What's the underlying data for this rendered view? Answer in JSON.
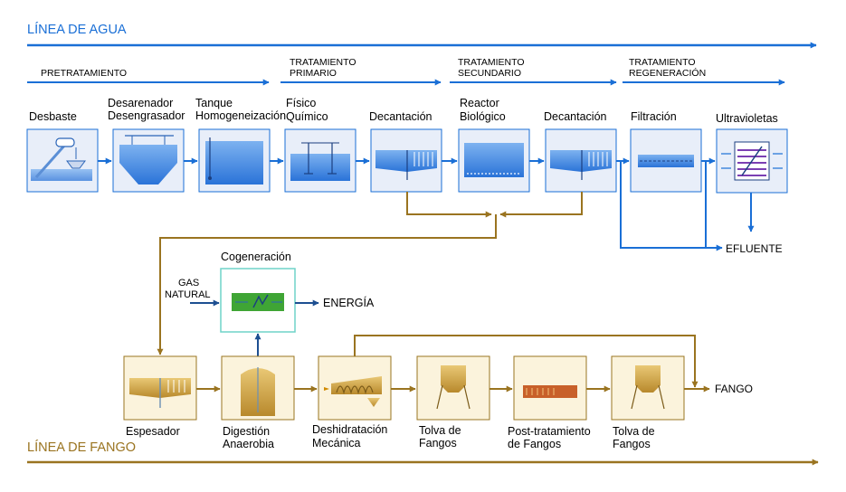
{
  "water_line": {
    "title": "LÍNEA DE AGUA",
    "stages": [
      {
        "line1": "PRETRATAMIENTO",
        "line2": ""
      },
      {
        "line1": "TRATAMIENTO",
        "line2": "PRIMARIO"
      },
      {
        "line1": "TRATAMIENTO",
        "line2": "SECUNDARIO"
      },
      {
        "line1": "TRATAMIENTO",
        "line2": "REGENERACIÓN"
      }
    ],
    "processes": [
      {
        "line1": "Desbaste",
        "line2": ""
      },
      {
        "line1": "Desarenador",
        "line2": "Desengrasador"
      },
      {
        "line1": "Tanque",
        "line2": "Homogeneización"
      },
      {
        "line1": "Físico",
        "line2": "Químico"
      },
      {
        "line1": "Decantación",
        "line2": ""
      },
      {
        "line1": "Reactor",
        "line2": "Biológico"
      },
      {
        "line1": "Decantación",
        "line2": ""
      },
      {
        "line1": "Filtración",
        "line2": ""
      },
      {
        "line1": "Ultravioletas",
        "line2": ""
      }
    ],
    "output": "EFLUENTE"
  },
  "energy": {
    "cogeneration": "Cogeneración",
    "gas_line1": "GAS",
    "gas_line2": "NATURAL",
    "output": "ENERGÍA"
  },
  "sludge_line": {
    "title": "LÍNEA DE FANGO",
    "processes": [
      {
        "line1": "Espesador",
        "line2": ""
      },
      {
        "line1": "Digestión",
        "line2": "Anaerobia"
      },
      {
        "line1": "Deshidratación",
        "line2": "Mecánica"
      },
      {
        "line1": "Tolva de",
        "line2": "Fangos"
      },
      {
        "line1": "Post-tratamiento",
        "line2": "de Fangos"
      },
      {
        "line1": "Tolva de",
        "line2": "Fangos"
      }
    ],
    "output": "FANGO"
  },
  "colors": {
    "water": "#1a6fd6",
    "sludge": "#9a7420",
    "energy": "#1d4f91",
    "box_water_bg": "#e8eef9",
    "box_sludge_bg": "#fbf3dc",
    "cogeneration_border": "#6fd3c8",
    "cogeneration_fill": "#3fa535"
  }
}
